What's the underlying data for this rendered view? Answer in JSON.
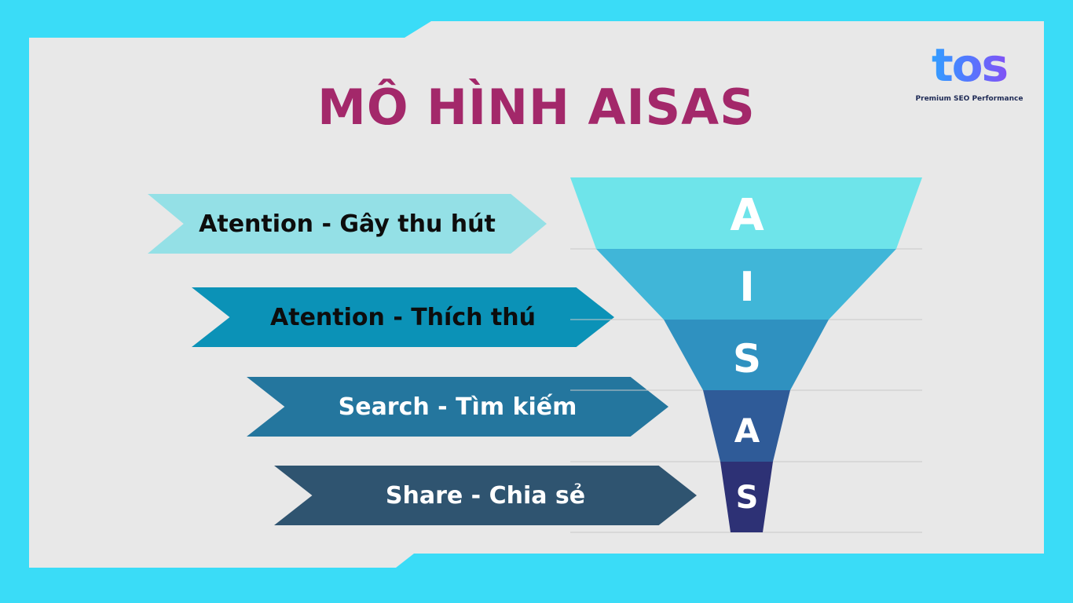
{
  "title": "MÔ HÌNH AISAS",
  "logo": {
    "wordmark": "tos",
    "tagline": "Premium SEO Performance"
  },
  "stages": [
    {
      "label": "Atention - Gây thu hút",
      "letter": "A",
      "arrow_color": "#94e0e6",
      "funnel_color": "#6ee4ea",
      "text_color": "#0d0d0d"
    },
    {
      "label": "Atention - Thích thú",
      "letter": "I",
      "arrow_color": "#0b92b7",
      "funnel_color": "#40b6d8",
      "text_color": "#0d0d0d"
    },
    {
      "label": "Search - Tìm kiếm",
      "letter": "S",
      "arrow_color": "#24769e",
      "funnel_color": "#2f91c0",
      "text_color": "#ffffff"
    },
    {
      "label": "Share - Chia sẻ",
      "letter": "A",
      "arrow_color": "#2f5470",
      "funnel_color": "#2f5b98",
      "text_color": "#ffffff"
    },
    {
      "letter": "S",
      "funnel_color": "#2d3175"
    }
  ],
  "colors": {
    "background": "#3adcf7",
    "panel": "#e8e8e8",
    "title": "#a3286a"
  }
}
